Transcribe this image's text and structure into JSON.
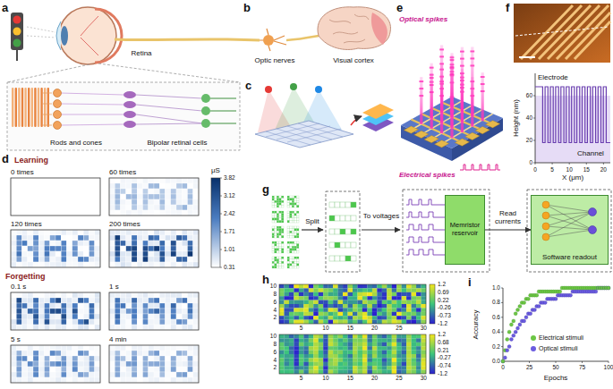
{
  "diagram": {
    "nodes": [
      {
        "text": [
          "Memristor reservoir"
        ]
      },
      {
        "text": [
          "Software readout"
        ]
      }
    ],
    "edges": [
      {
        "from": 0,
        "to": 1,
        "arrow": "to",
        "label": "Read currents"
      }
    ],
    "labels": [
      "a",
      "Retina",
      "b",
      "Optic nerves",
      "Visual cortex",
      "Rods and cones",
      "Bipolar retinal cells",
      "c",
      "e",
      "Optical spikes",
      "Electrical spikes",
      "f",
      "Height (nm)",
      "60",
      "40",
      "20",
      "0",
      "Electrode",
      "Channel",
      "0",
      "5",
      "10",
      "15",
      "20",
      "X (μm)",
      "d",
      "Learning",
      "0 times",
      "60 times",
      "120 times",
      "200 times",
      "μS",
      "3.82",
      "3.12",
      "2.42",
      "1.71",
      "1.01",
      "0.31",
      "Forgetting",
      "0.1 s",
      "1 s",
      "5 s",
      "4 min",
      "g",
      "Split",
      "To voltages",
      "h",
      "10",
      "8",
      "6",
      "4",
      "2",
      "5",
      "10",
      "15",
      "20",
      "25",
      "30",
      "1.2",
      "0.69",
      "0.22",
      "-0.26",
      "-0.73",
      "-1.2",
      "10",
      "8",
      "6",
      "4",
      "2",
      "5",
      "10",
      "15",
      "20",
      "25",
      "30",
      "1.2",
      "0.68",
      "0.21",
      "-0.27",
      "-0.74",
      "-1.2",
      "i",
      "Accuracy",
      "1.0",
      "0.8",
      "0.6",
      "0.4",
      "0.2",
      "0.0",
      "0",
      "25",
      "50",
      "75",
      "100",
      "Epochs"
    ],
    "legend": [
      {
        "text": "Electrical stimuli",
        "color": "#6cc644"
      },
      {
        "text": "Optical stimuli",
        "color": "#6b5ce0"
      }
    ]
  }
}
